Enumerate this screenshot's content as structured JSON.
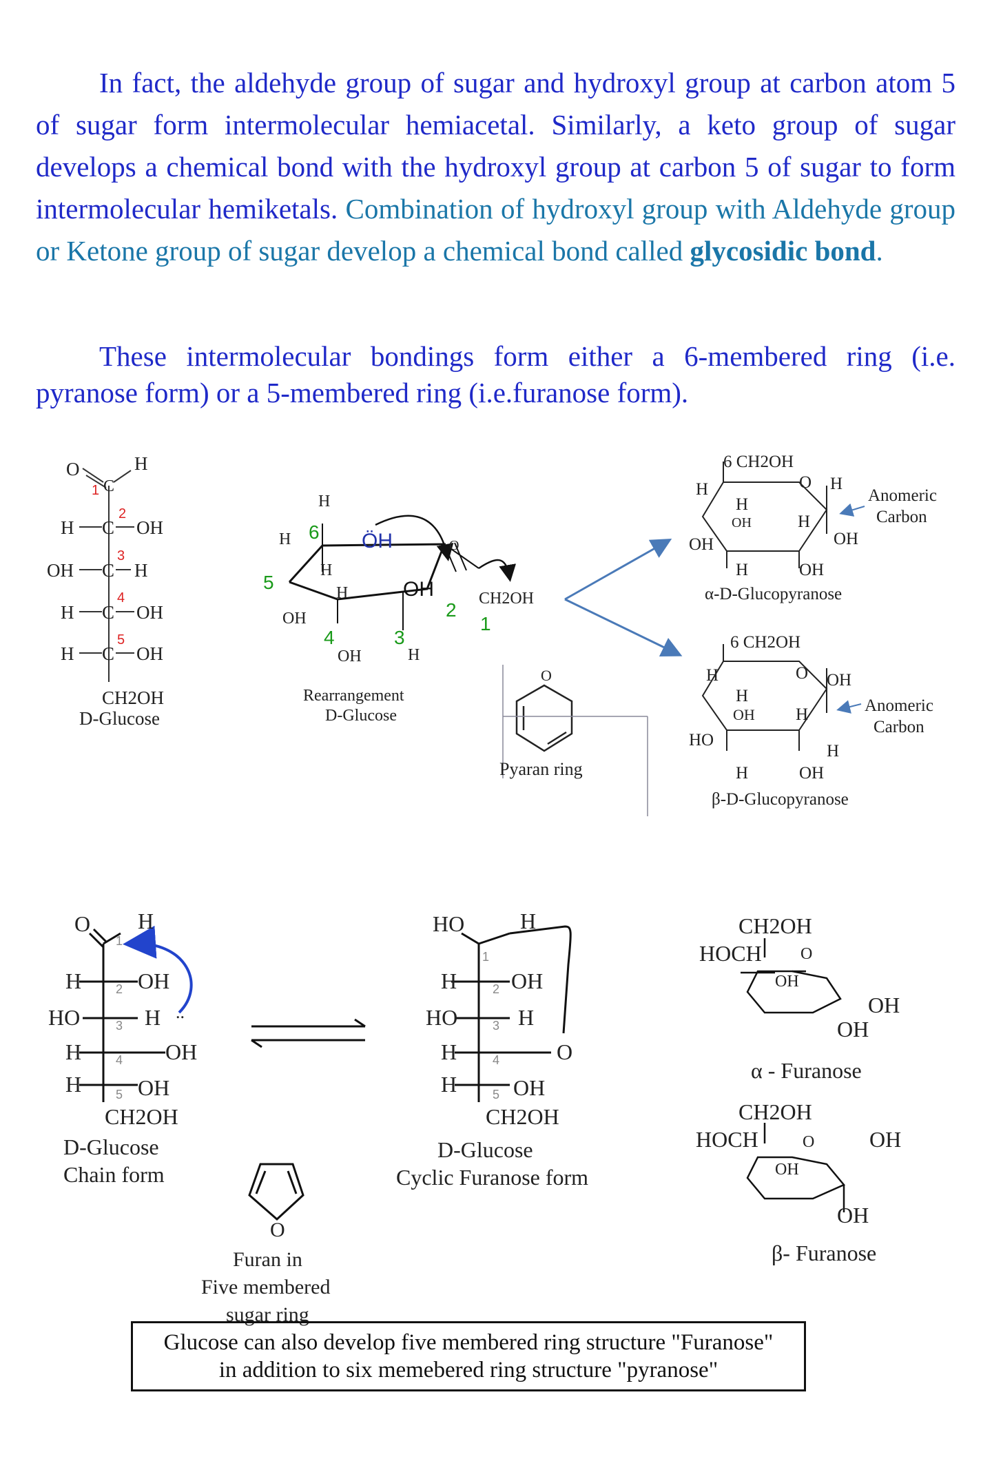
{
  "paragraph1": {
    "part_a": "In fact, the aldehyde group of sugar and hydroxyl group at carbon atom 5 of sugar form intermolecular hemiacetal. Similarly, a keto group of sugar develops a chemical bond with the hydroxyl group at carbon 5 of sugar to form intermolecular hemiketals.",
    "part_b": "Combination of hydroxyl group with Aldehyde group or Ketone group of sugar develop a chemical bond called",
    "bold_term": "glycosidic bond",
    "end": "."
  },
  "paragraph2": "These intermolecular bondings form either a 6-membered ring (i.e. pyranose form) or a 5-membered ring (i.e.furanose form).",
  "fig1": {
    "glucose_label": "D-Glucose",
    "ch2oh": "CH2OH",
    "rearrangement_label": "Rearrangement",
    "rearrangement_sub": "D-Glucose",
    "pyran_label": "Pyaran ring",
    "alpha_label": "α-D-Glucopyranose",
    "beta_label": "β-D-Glucopyranose",
    "anomeric_1": "Anomeric",
    "anomeric_2": "Carbon",
    "c6_label": "6 CH2OH"
  },
  "fig2": {
    "chain_label_1": "D-Glucose",
    "chain_label_2": "Chain form",
    "cyclic_label_1": "D-Glucose",
    "cyclic_label_2": "Cyclic Furanose form",
    "furan_label_1": "Furan in",
    "furan_label_2": "Five membered",
    "furan_label_3": "sugar ring",
    "alpha_furanose": "α - Furanose",
    "beta_furanose": "β- Furanose",
    "ch2oh": "CH2OH",
    "hoch": "HOCH"
  },
  "note": {
    "line1": "Glucose can also develop five membered ring structure \"Furanose\"",
    "line2": "in addition to six memebered ring structure \"pyranose\""
  },
  "colors": {
    "blue_text": "#1f29c8",
    "teal_text": "#1a76a8",
    "green_numbers": "#1a9a1a",
    "arrow_blue": "#4a7ab8"
  }
}
